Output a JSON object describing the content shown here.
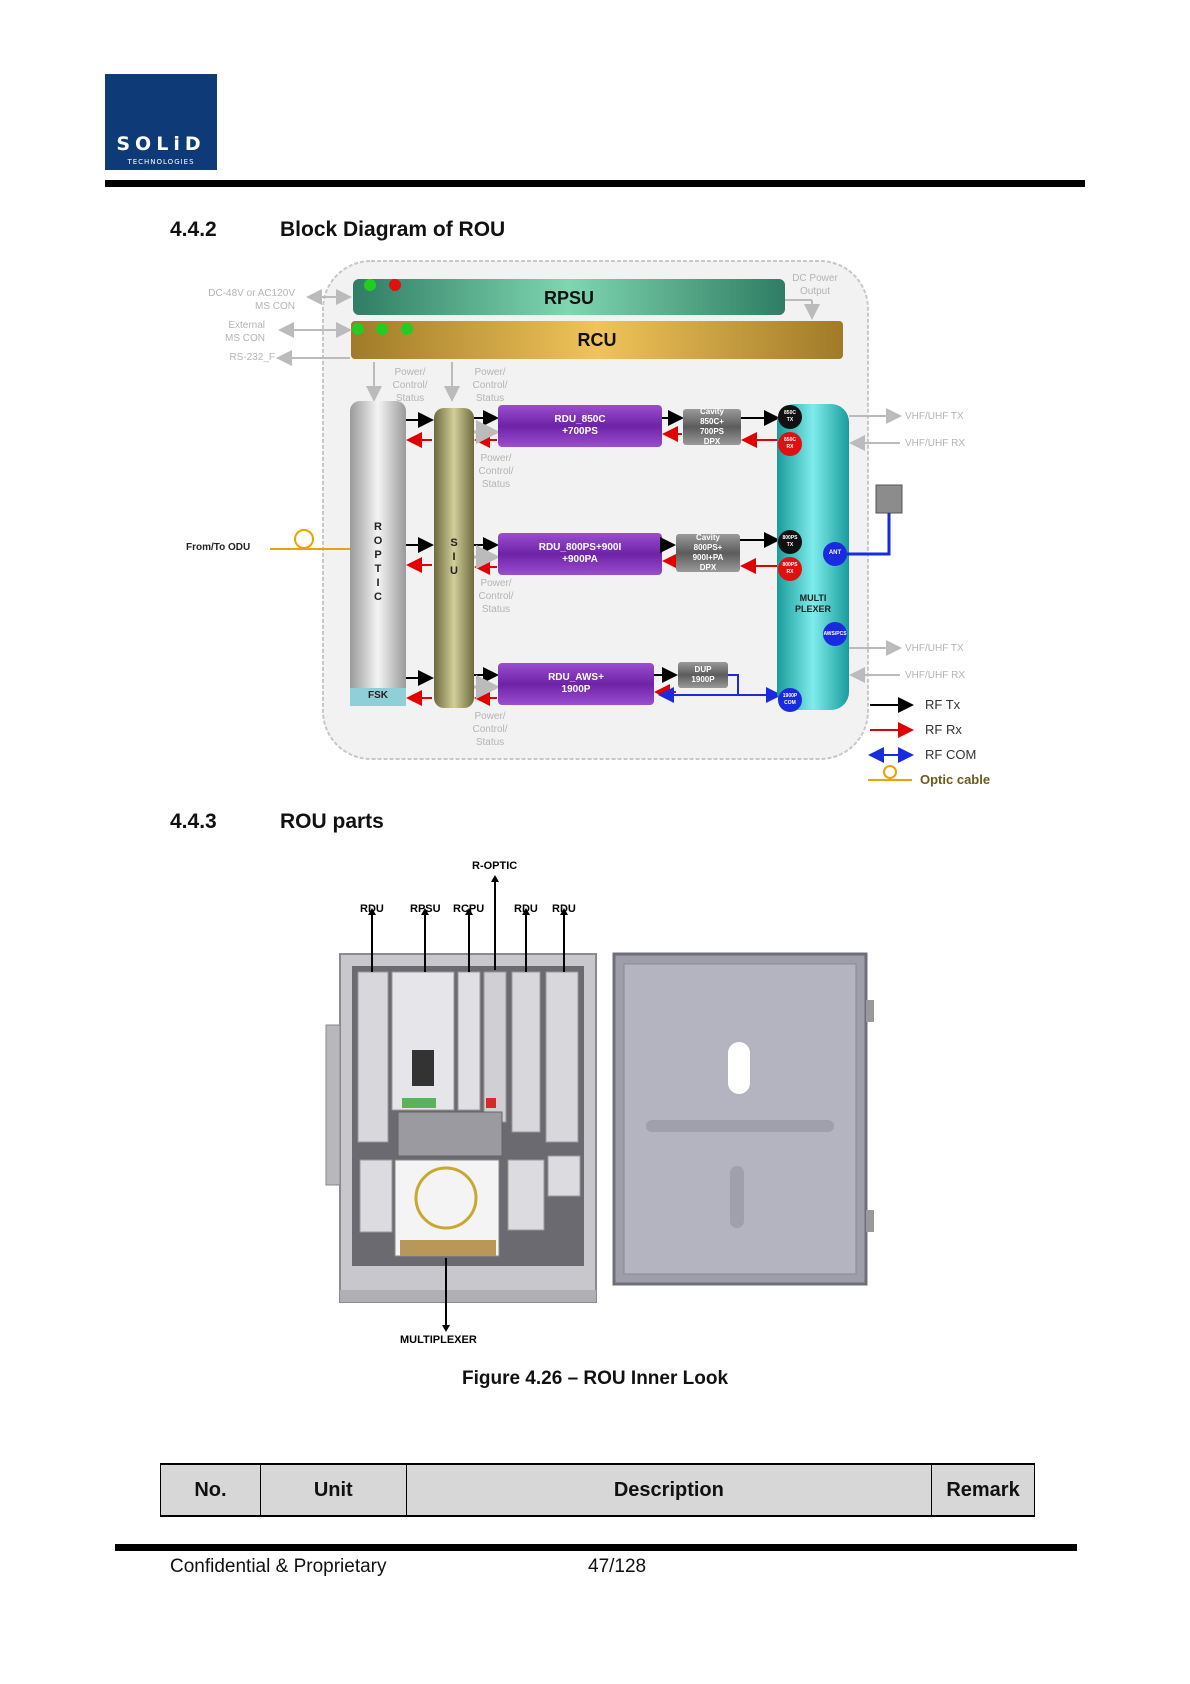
{
  "header": {
    "logo_main": "SOLiD",
    "logo_sub": "TECHNOLOGIES"
  },
  "section1": {
    "number": "4.4.2",
    "title": "Block Diagram of ROU"
  },
  "diagram": {
    "rpsu": "RPSU",
    "rcu": "RCU",
    "left_labels": {
      "power_in": [
        "DC-48V or AC120V",
        "MS CON"
      ],
      "external": [
        "External",
        "MS CON"
      ],
      "rs232": "RS-232_F"
    },
    "dc_output": [
      "DC Power",
      "Output"
    ],
    "power_control": [
      "Power/",
      "Control/",
      "Status"
    ],
    "roptic": [
      "R",
      "O",
      "P",
      "T",
      "I",
      "C"
    ],
    "fsk": "FSK",
    "siu": [
      "S",
      "I",
      "U"
    ],
    "from_to_odu": "From/To ODU",
    "rdu1": [
      "RDU_850C",
      "+700PS"
    ],
    "rdu2": [
      "RDU_800PS+900I",
      "+900PA"
    ],
    "rdu3": [
      "RDU_AWS+",
      "1900P"
    ],
    "cav1": [
      "Cavity",
      "850C+",
      "700PS",
      "DPX"
    ],
    "cav2": [
      "Cavity",
      "800PS+",
      "900I+PA",
      "DPX"
    ],
    "cav3": [
      "DUP",
      "1900P"
    ],
    "mux_label": [
      "MULTI",
      "PLEXER"
    ],
    "ports": {
      "p1": [
        "850C",
        "TX"
      ],
      "p2": [
        "850C",
        "RX"
      ],
      "p3": [
        "800PS",
        "TX"
      ],
      "p4": [
        "800PS",
        "RX"
      ],
      "p5": "ANT",
      "p6": "AWS/PCS",
      "p7": [
        "1900P",
        "COM"
      ]
    },
    "right_labels": {
      "r1": "VHF/UHF TX",
      "r2": "VHF/UHF RX",
      "r3": "VHF/UHF TX",
      "r4": "VHF/UHF RX"
    },
    "legend": {
      "tx": "RF Tx",
      "rx": "RF Rx",
      "com": "RF COM",
      "optic": "Optic cable"
    }
  },
  "section2": {
    "number": "4.4.3",
    "title": "ROU parts"
  },
  "photo": {
    "r_optic": "R-OPTIC",
    "rdu_a": "RDU",
    "rpsu": "RPSU",
    "rcpu": "RCPU",
    "rdu_b": "RDU",
    "rdu_c": "RDU",
    "multiplexer": "MULTIPLEXER"
  },
  "caption": "Figure 4.26 – ROU Inner Look",
  "table": {
    "headers": [
      "No.",
      "Unit",
      "Description",
      "Remark"
    ]
  },
  "footer": {
    "left": "Confidential & Proprietary",
    "page": "47/128"
  },
  "colors": {
    "logo_blue": "#0e3a78",
    "tx_black": "#000000",
    "rx_red": "#e00000",
    "com_blue": "#1a2adf",
    "optic_orange": "#f0a000",
    "rdu_purple": "#7a2fb0",
    "mux_cyan": "#2fc8c8"
  }
}
